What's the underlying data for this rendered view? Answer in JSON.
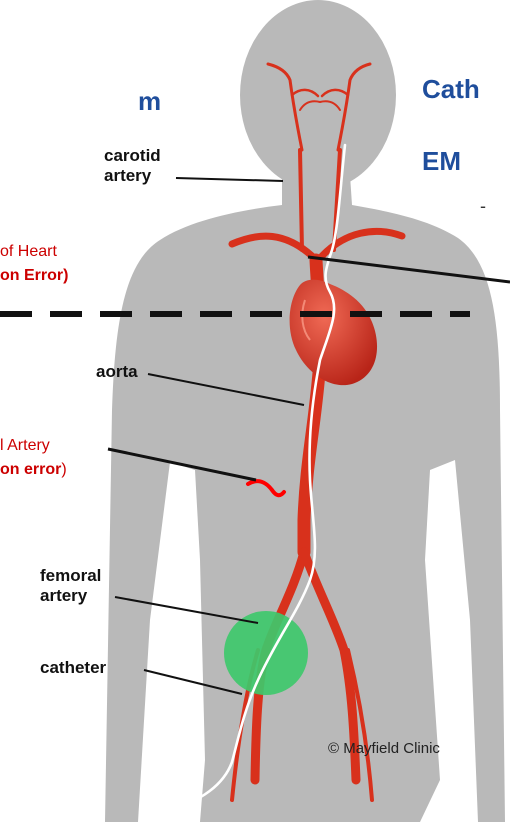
{
  "header": {
    "left_fragment": "m",
    "title_line1": "Cath",
    "title_line2": "EM",
    "dash": "-"
  },
  "labels": {
    "carotid_line1": "carotid",
    "carotid_line2": "artery",
    "aorta": "aorta",
    "femoral_line1": "femoral",
    "femoral_line2": "artery",
    "catheter": "catheter"
  },
  "annotations": {
    "heart_line1": "of Heart",
    "heart_line2": "on Error)",
    "artery_line1": "l Artery",
    "artery_line2_bold": "on error",
    "artery_line2_tail": ")"
  },
  "credit": "© Mayfield Clinic",
  "colors": {
    "body_silhouette": "#b9b9b9",
    "artery": "#d8311c",
    "heart": "#d83a2a",
    "catheter": "#ffffff",
    "insertion_zone": "#3ec86b",
    "annotation_red": "#cc0000",
    "title_blue": "#1f4e9c",
    "dashed_line": "#111111"
  }
}
